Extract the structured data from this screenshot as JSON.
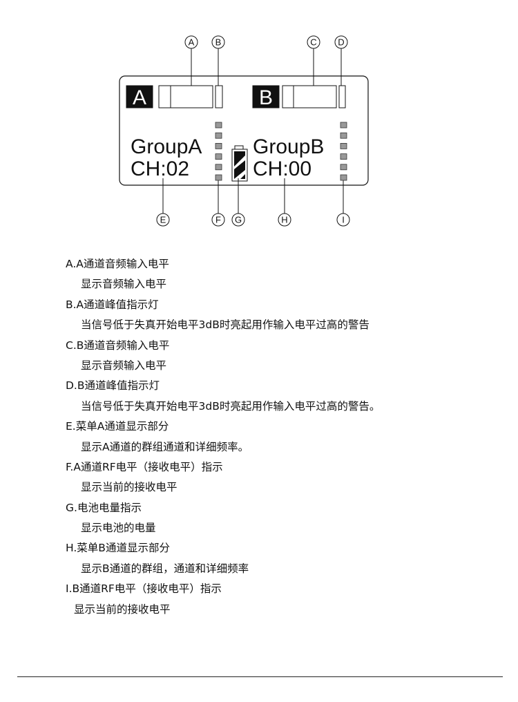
{
  "diagram": {
    "callouts": [
      "A",
      "B",
      "C",
      "D",
      "E",
      "F",
      "G",
      "H",
      "I"
    ],
    "channel_a_label": "A",
    "channel_b_label": "B",
    "group_a": "GroupA",
    "group_b": "GroupB",
    "ch_a": "CH:02",
    "ch_b": "CH:00",
    "rf_level_a": 6,
    "rf_level_b": 6
  },
  "items": [
    {
      "title": "A.A通道音频输入电平",
      "desc": "显示音频输入电平"
    },
    {
      "title": "B.A通道峰值指示灯",
      "desc": "当信号低于失真开始电平3dB时亮起用作输入电平过高的警告"
    },
    {
      "title": "C.B通道音频输入电平",
      "desc": "显示音频输入电平"
    },
    {
      "title": "D.B通道峰值指示灯",
      "desc": "当信号低于失真开始电平3dB时亮起用作输入电平过高的警告。"
    },
    {
      "title": "E.菜单A通道显示部分",
      "desc": "显示A通道的群组通道和详细频率。"
    },
    {
      "title": "F.A通道RF电平（接收电平）指示",
      "desc": "显示当前的接收电平"
    },
    {
      "title": "G.电池电量指示",
      "desc": "显示电池的电量"
    },
    {
      "title": "H.菜单B通道显示部分",
      "desc": "显示B通道的群组，通道和详细频率"
    },
    {
      "title": "I.B通道RF电平（接收电平）指示",
      "desc": "显示当前的接收电平"
    }
  ]
}
